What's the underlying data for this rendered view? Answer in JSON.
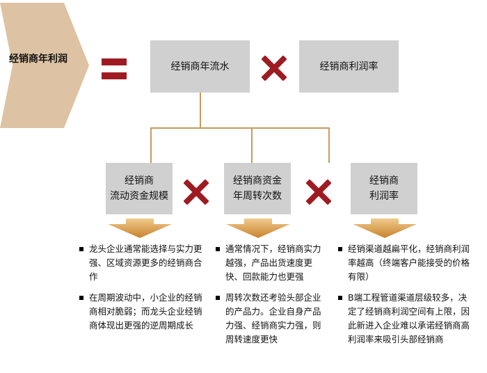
{
  "colors": {
    "chevron": "#ddc3a3",
    "box": "#d0d0d0",
    "operator": "#9e1b22",
    "connector": "#c89a5c",
    "arrow_top": "#f0cb8d",
    "arrow_bottom": "#c7822c"
  },
  "header": {
    "chevron_label": "经销商年利润",
    "equals_icon": "equals-icon",
    "box1": "经销商年流水",
    "times_icon": "multiply-icon",
    "box2": "经销商利润率"
  },
  "factors": [
    {
      "label": "经销商\n流动资金规模"
    },
    {
      "label": "经销商资金\n年周转次数"
    },
    {
      "label": "经销商\n利润率"
    }
  ],
  "columns": [
    {
      "bullets": [
        "龙头企业通常能选择与实力更强、区域资源更多的经销商合作",
        "在周期波动中，小企业的经销商相对脆弱；而龙头企业经销商体现出更强的逆周期成长"
      ]
    },
    {
      "bullets": [
        "通常情况下，经销商实力越强，产品出货速度更快、回款能力也更强",
        "周转次数还考验头部企业的产品力。企业自身产品力强、经销商实力强，则周转速度更快"
      ]
    },
    {
      "bullets": [
        "经销渠道越扁平化，经销商利润率越高（终端客户能接受的价格有限）",
        "B端工程管道渠道层级较多，决定了经销商利润空间有上限，因此新进入企业难以承诺经销商高利润率来吸引头部经销商"
      ]
    }
  ]
}
